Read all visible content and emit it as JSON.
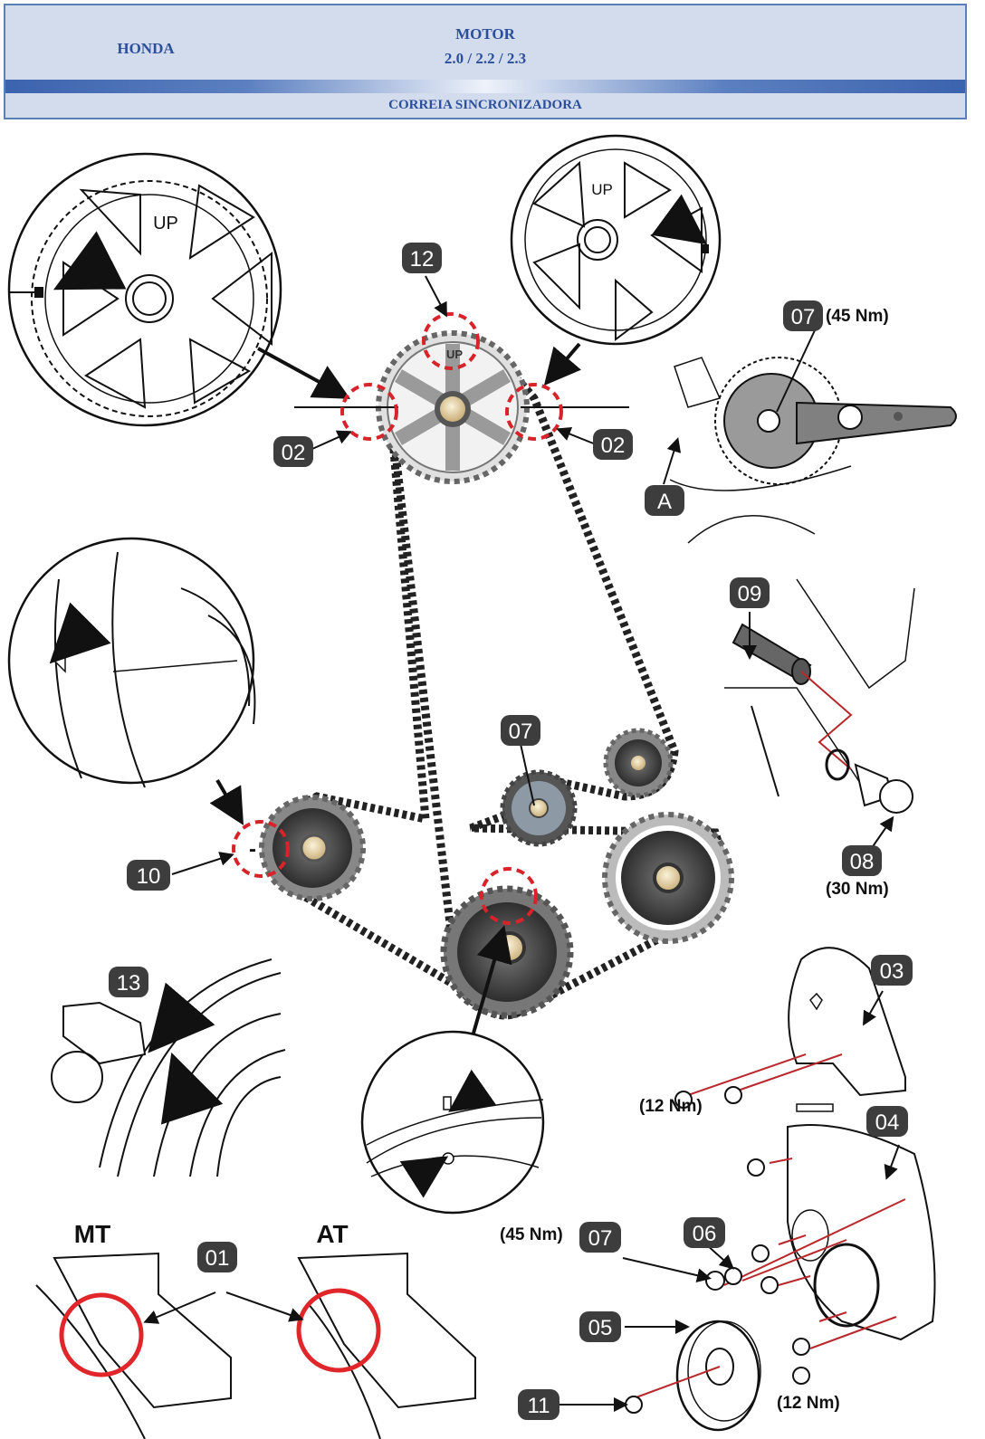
{
  "header": {
    "brand": "HONDA",
    "title_line1": "MOTOR",
    "title_line2": "2.0 / 2.2 / 2.3",
    "subtitle": "CORREIA SINCRONIZADORA",
    "border_color": "#5b7fb8",
    "background_color": "#d3dcec",
    "text_color": "#2c4f9c"
  },
  "callouts": {
    "c01": "01",
    "c02": "02",
    "c03": "03",
    "c04": "04",
    "c05": "05",
    "c06": "06",
    "c07": "07",
    "c08": "08",
    "c09": "09",
    "c10": "10",
    "c11": "11",
    "c12": "12",
    "c13": "13",
    "cA": "A"
  },
  "torques": {
    "tensioner": "(45 Nm)",
    "plug_bolt": "(30 Nm)",
    "upper_cover_bolts": "(12 Nm)",
    "lower_cover_bolts": "(12 Nm)",
    "tensioner_nut": "(45 Nm)"
  },
  "labels": {
    "up_mark": "UP",
    "manual_transmission": "MT",
    "automatic_transmission": "AT",
    "minus_mark": "-"
  },
  "colors": {
    "callout_bg": "#3d3d3d",
    "highlight_red": "#e0262a",
    "dashed_red": "#d9232b",
    "pulley_gray": "#8a8a8a",
    "belt_black": "#222222"
  }
}
